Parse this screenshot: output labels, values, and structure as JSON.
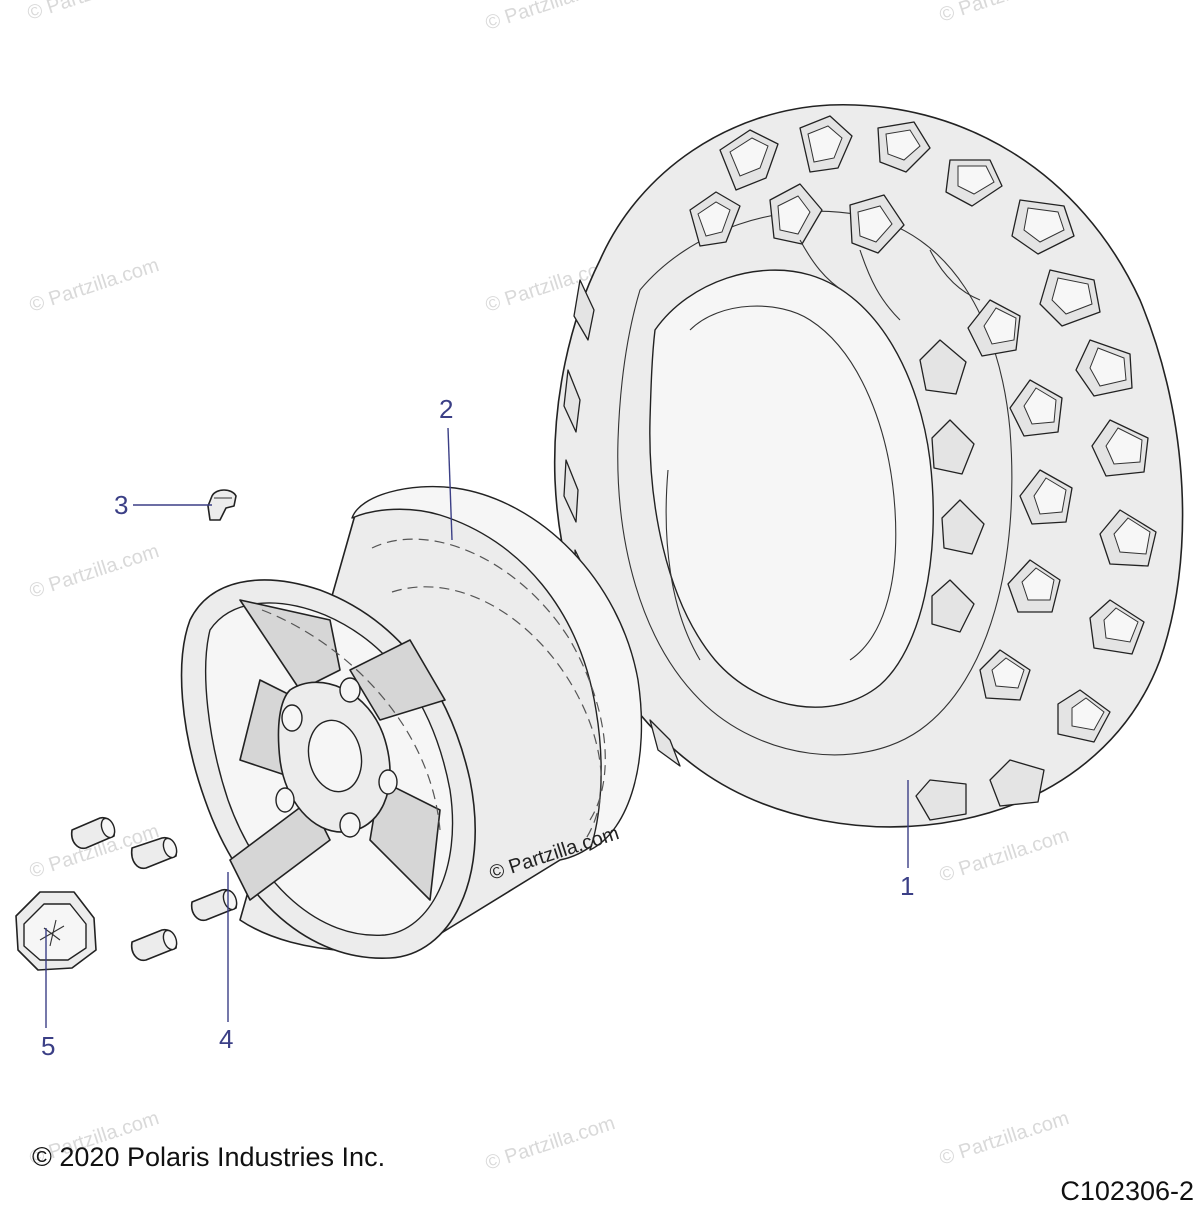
{
  "callouts": [
    {
      "number": "1",
      "part": "tire"
    },
    {
      "number": "2",
      "part": "wheel rim"
    },
    {
      "number": "3",
      "part": "valve stem"
    },
    {
      "number": "4",
      "part": "lug nut"
    },
    {
      "number": "5",
      "part": "hub cap"
    }
  ],
  "watermark": "© Partzilla.com",
  "copyright": "© 2020 Polaris Industries Inc.",
  "diagram_id": "C102306-2",
  "colors": {
    "callout": "#3b3f86",
    "watermark": "#d9d9d9",
    "line_art": "#222222"
  }
}
